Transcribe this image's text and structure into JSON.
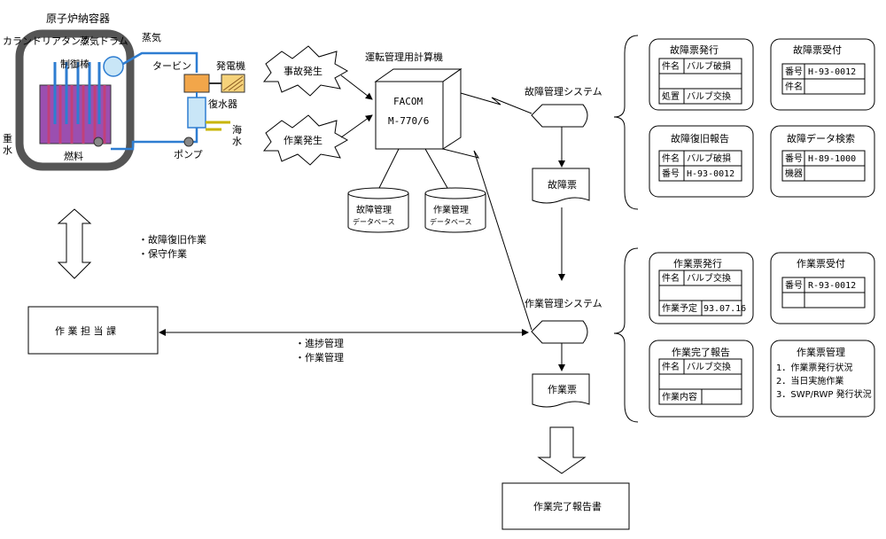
{
  "reactor": {
    "containment": "原子炉納容器",
    "calandria": "カランドリアタンク",
    "steam_drum": "蒸気ドラム",
    "steam": "蒸気",
    "control_rod": "制御棒",
    "turbine": "タービン",
    "generator": "発電機",
    "condenser": "復水器",
    "sea": "海",
    "water": "水",
    "heavy": "重",
    "heavy_water": "水",
    "fuel": "燃料",
    "pump": "ポンプ"
  },
  "events": {
    "accident": "事故発生",
    "work": "作業発生"
  },
  "computer": {
    "title": "運転管理用計算機",
    "name": "FACOM",
    "model": "M-770/6"
  },
  "databases": [
    {
      "line1": "故障管理",
      "line2": "データベース"
    },
    {
      "line1": "作業管理",
      "line2": "データベース"
    }
  ],
  "systems": {
    "fault": "故障管理システム",
    "work": "作業管理システム",
    "fault_ticket": "故障票",
    "work_ticket": "作業票",
    "report": "作業完了報告書"
  },
  "section": {
    "name": "作 業 担 当 課",
    "task1": "・故障復旧作業",
    "task2": "・保守作業",
    "mgmt1": "・進捗管理",
    "mgmt2": "・作業管理"
  },
  "fault_screens": [
    {
      "title": "故障票発行",
      "rows": [
        [
          "件名",
          "バルブ破損"
        ],
        [
          "",
          ""
        ],
        [
          "処置",
          "バルブ交換"
        ]
      ]
    },
    {
      "title": "故障票受付",
      "rows": [
        [
          "番号",
          "H-93-0012"
        ],
        [
          "件名",
          ""
        ]
      ]
    },
    {
      "title": "故障復旧報告",
      "rows": [
        [
          "件名",
          "バルブ破損"
        ],
        [
          "番号",
          "H-93-0012"
        ]
      ]
    },
    {
      "title": "故障データ検索",
      "rows": [
        [
          "番号",
          "H-89-1000"
        ],
        [
          "機器",
          ""
        ]
      ]
    }
  ],
  "work_screens": [
    {
      "title": "作業票発行",
      "rows": [
        [
          "件名",
          "バルブ交換"
        ],
        [
          "",
          ""
        ],
        [
          "作業予定",
          "93.07.16"
        ]
      ]
    },
    {
      "title": "作業票受付",
      "rows": [
        [
          "番号",
          "R-93-0012"
        ],
        [
          "",
          ""
        ]
      ]
    },
    {
      "title": "作業完了報告",
      "rows": [
        [
          "件名",
          "バルブ交換"
        ],
        [
          "",
          ""
        ],
        [
          "作業内容",
          ""
        ]
      ]
    },
    {
      "title": "作業票管理",
      "items": [
        "1．作業票発行状況",
        "2．当日実施作業",
        "3．SWP/RWP 発行状況"
      ]
    }
  ]
}
